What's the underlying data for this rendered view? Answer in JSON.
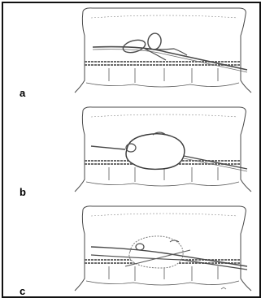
{
  "panels": [
    {
      "label": "a",
      "stage": "knot-loops"
    },
    {
      "label": "b",
      "stage": "knot-tied-with-bulge"
    },
    {
      "label": "c",
      "stage": "suture-over-bulge"
    }
  ],
  "colors": {
    "border": "#111111",
    "ink": "#4a4a4a",
    "band": "#6b6b6b"
  }
}
